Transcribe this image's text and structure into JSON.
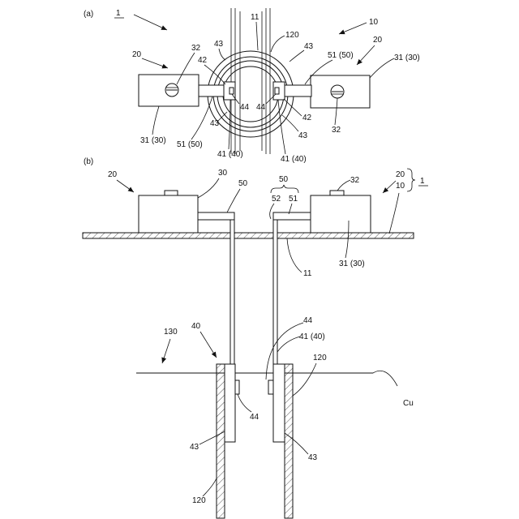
{
  "figure_a": {
    "label": "(a)",
    "ref_1": "1",
    "ref_10": "10",
    "ref_11": "11",
    "ref_120": "120",
    "ref_20_left": "20",
    "ref_20_right": "20",
    "ref_32_left": "32",
    "ref_32_right": "32",
    "ref_31_left": "31 (30)",
    "ref_31_right": "31 (30)",
    "ref_51_left": "51 (50)",
    "ref_51_right": "51 (50)",
    "ref_43_a": "43",
    "ref_43_b": "43",
    "ref_43_c": "43",
    "ref_43_d": "43",
    "ref_42_left": "42",
    "ref_42_right": "42",
    "ref_44_left": "44",
    "ref_44_right": "44",
    "ref_41_left": "41 (40)",
    "ref_41_right": "41 (40)"
  },
  "figure_b": {
    "label": "(b)",
    "ref_20_left": "20",
    "ref_30": "30",
    "ref_50_left": "50",
    "ref_50_brace": "50",
    "ref_52": "52",
    "ref_51": "51",
    "ref_32": "32",
    "ref_20_right": "20",
    "ref_10": "10",
    "ref_1": "1",
    "ref_31": "31 (30)",
    "ref_11": "11",
    "ref_130": "130",
    "ref_40": "40",
    "ref_44_top": "44",
    "ref_41": "41 (40)",
    "ref_120_right": "120",
    "ref_cu": "Cu",
    "ref_44_bottom": "44",
    "ref_43_left": "43",
    "ref_43_right": "43",
    "ref_120_bottom": "120"
  }
}
